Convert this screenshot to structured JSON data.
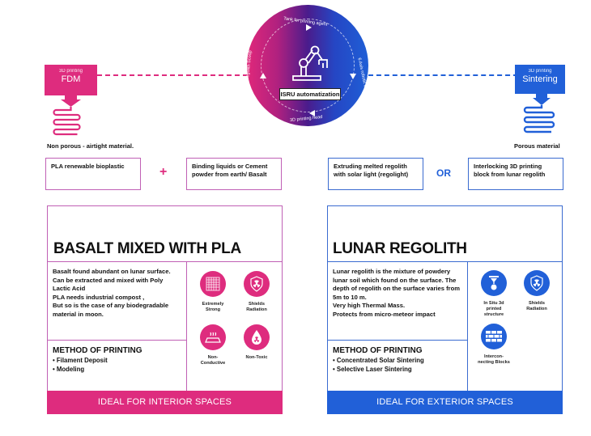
{
  "colors": {
    "pink": "#de2c7e",
    "blue": "#2160d8",
    "panel_border_pink": "#c060b5",
    "panel_border_blue": "#3a6bd0",
    "text": "#111111"
  },
  "hub": {
    "title": "ISRU automatization",
    "cycle_labels": {
      "top": "Tank for printing agent",
      "right": "6 Axis robotic arm",
      "bottom": "3D printing head",
      "left": "Regolith Scoop"
    },
    "icon": "robotic-arm-icon"
  },
  "left": {
    "printer": {
      "sub": "3D printing",
      "name": "FDM"
    },
    "property": "Non porous - airtight material.",
    "ingredients": [
      "PLA renewable bioplastic",
      "Binding liquids or Cement powder from earth/ Basalt"
    ],
    "operator": "+",
    "panel": {
      "title": "BASALT MIXED WITH PLA",
      "description": [
        "Basalt found abundant on lunar surface.",
        "Can be extracted and mixed with Poly Lactic Acid",
        "PLA needs industrial compost ,",
        "But so is the case of any biodegradable material in moon."
      ],
      "method_title": "METHOD OF PRINTING",
      "methods": [
        "• Filament Deposit",
        "• Modeling"
      ],
      "features": [
        {
          "icon": "grid-mesh-icon",
          "label": "Extremely Strong"
        },
        {
          "icon": "shield-radiation-icon",
          "label": "Shields Radiation"
        },
        {
          "icon": "heat-surface-icon",
          "label": "Non-Conductive"
        },
        {
          "icon": "drop-radiation-icon",
          "label": "Non-Toxic"
        }
      ],
      "footer": "IDEAL FOR  INTERIOR SPACES"
    }
  },
  "right": {
    "printer": {
      "sub": "3D printing",
      "name": "Sintering"
    },
    "property": "Porous material",
    "ingredients": [
      "Extruding melted regolith with solar light (regolight)",
      "Interlocking 3D printing block from lunar regolith"
    ],
    "operator": "OR",
    "panel": {
      "title": "LUNAR REGOLITH",
      "description": [
        "Lunar regolith is the mixture of powdery lunar soil which found on the surface. The depth of regolith on the surface varies from 5m to 10 m.",
        "Very high Thermal Mass.",
        "Protects from micro-meteor  impact"
      ],
      "method_title": "METHOD OF PRINTING",
      "methods": [
        "• Concentrated Solar Sintering",
        "• Selective Laser Sintering"
      ],
      "features": [
        {
          "icon": "in-situ-print-icon",
          "label": "In Situ 3d printed structure"
        },
        {
          "icon": "shield-radiation-icon",
          "label": "Shields Radiation"
        },
        {
          "icon": "brick-wall-icon",
          "label": "Intercon-necting Blocks"
        }
      ],
      "footer": "IDEAL FOR  EXTERIOR SPACES"
    }
  }
}
